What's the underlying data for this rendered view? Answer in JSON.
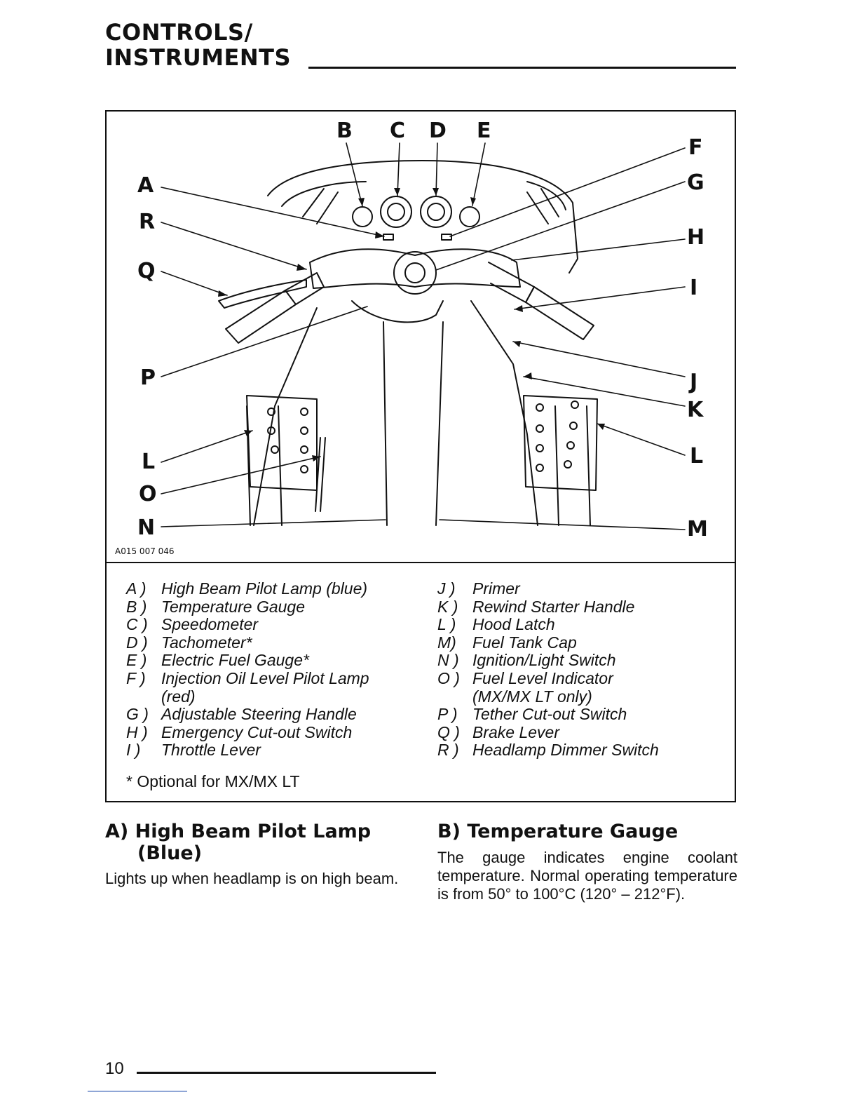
{
  "header": {
    "line1": "CONTROLS/",
    "line2": "INSTRUMENTS"
  },
  "figure": {
    "code": "A015 007 046",
    "callouts": {
      "A": "A",
      "B": "B",
      "C": "C",
      "D": "D",
      "E": "E",
      "F": "F",
      "G": "G",
      "H": "H",
      "I": "I",
      "J": "J",
      "K": "K",
      "L": "L",
      "M": "M",
      "N": "N",
      "O": "O",
      "P": "P",
      "Q": "Q",
      "R": "R"
    }
  },
  "legend": {
    "left": [
      {
        "key": "A )",
        "text": "High Beam Pilot Lamp (blue)"
      },
      {
        "key": "B )",
        "text": "Temperature Gauge"
      },
      {
        "key": "C )",
        "text": "Speedometer"
      },
      {
        "key": "D )",
        "text": "Tachometer*"
      },
      {
        "key": "E )",
        "text": "Electric Fuel Gauge*"
      },
      {
        "key": "F )",
        "text": "Injection Oil Level Pilot Lamp"
      },
      {
        "key": "",
        "text": "(red)"
      },
      {
        "key": "G )",
        "text": "Adjustable Steering Handle"
      },
      {
        "key": "H )",
        "text": "Emergency Cut-out Switch"
      },
      {
        "key": "I )",
        "text": "Throttle Lever"
      }
    ],
    "right": [
      {
        "key": "J )",
        "text": "Primer"
      },
      {
        "key": "K )",
        "text": "Rewind Starter Handle"
      },
      {
        "key": "L )",
        "text": "Hood Latch"
      },
      {
        "key": "M)",
        "text": "Fuel Tank Cap"
      },
      {
        "key": "N )",
        "text": "Ignition/Light Switch"
      },
      {
        "key": "O )",
        "text": "Fuel Level Indicator"
      },
      {
        "key": "",
        "text": "(MX/MX LT only)"
      },
      {
        "key": "P )",
        "text": "Tether Cut-out Switch"
      },
      {
        "key": "Q )",
        "text": "Brake Lever"
      },
      {
        "key": "R )",
        "text": "Headlamp Dimmer Switch"
      }
    ],
    "footnote": "* Optional for MX/MX LT"
  },
  "sections": {
    "a": {
      "head_line1": "A) High Beam Pilot Lamp",
      "head_line2": "(Blue)",
      "body": "Lights up when headlamp is on high beam."
    },
    "b": {
      "head": "B) Temperature Gauge",
      "body": "The gauge indicates engine coolant temperature. Normal operating temperature is from 50° to 100°C (120° – 212°F)."
    }
  },
  "footer": {
    "page_number": "10"
  }
}
